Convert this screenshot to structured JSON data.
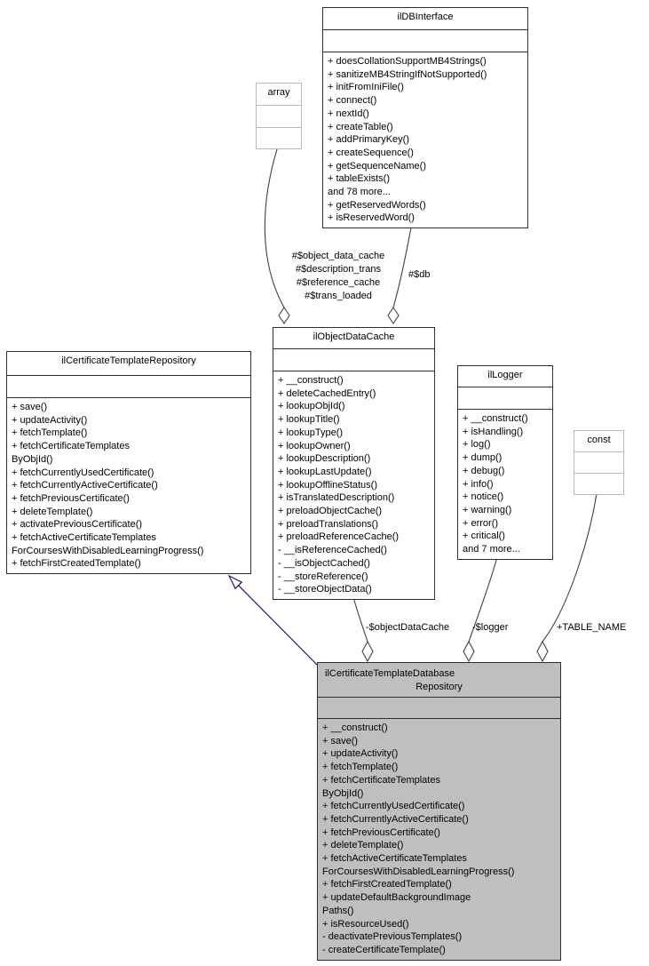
{
  "diagram": {
    "type": "uml-collaboration-diagram",
    "colors": {
      "class_fill": "#ffffff",
      "highlight_class_fill": "#bfbfbf",
      "class_border": "#2e2e2e",
      "muted_border": "#b9b9b9",
      "edge": "#404040",
      "generalization": "#191970"
    },
    "classes": {
      "ilDBInterface": {
        "title": "ilDBInterface",
        "members": [
          "+ doesCollationSupportMB4Strings()",
          "+ sanitizeMB4StringIfNotSupported()",
          "+ initFromIniFile()",
          "+ connect()",
          "+ nextId()",
          "+ createTable()",
          "+ addPrimaryKey()",
          "+ createSequence()",
          "+ getSequenceName()",
          "+ tableExists()",
          "and 78 more...",
          "+ getReservedWords()",
          "+ isReservedWord()"
        ]
      },
      "array": {
        "title": "array",
        "members": []
      },
      "ilObjectDataCache": {
        "title": "ilObjectDataCache",
        "members": [
          "+ __construct()",
          "+ deleteCachedEntry()",
          "+ lookupObjId()",
          "+ lookupTitle()",
          "+ lookupType()",
          "+ lookupOwner()",
          "+ lookupDescription()",
          "+ lookupLastUpdate()",
          "+ lookupOfflineStatus()",
          "+ isTranslatedDescription()",
          "+ preloadObjectCache()",
          "+ preloadTranslations()",
          "+ preloadReferenceCache()",
          "- __isReferenceCached()",
          "- __isObjectCached()",
          "- __storeReference()",
          "- __storeObjectData()"
        ]
      },
      "ilCertificateTemplateRepository": {
        "title": "ilCertificateTemplateRepository",
        "members": [
          "+ save()",
          "+ updateActivity()",
          "+ fetchTemplate()",
          "+ fetchCertificateTemplates",
          "ByObjId()",
          "+ fetchCurrentlyUsedCertificate()",
          "+ fetchCurrentlyActiveCertificate()",
          "+ fetchPreviousCertificate()",
          "+ deleteTemplate()",
          "+ activatePreviousCertificate()",
          "+ fetchActiveCertificateTemplates",
          "ForCoursesWithDisabledLearningProgress()",
          "+ fetchFirstCreatedTemplate()"
        ]
      },
      "ilLogger": {
        "title": "ilLogger",
        "members": [
          "+ __construct()",
          "+ isHandling()",
          "+ log()",
          "+ dump()",
          "+ debug()",
          "+ info()",
          "+ notice()",
          "+ warning()",
          "+ error()",
          "+ critical()",
          "and 7 more..."
        ]
      },
      "const": {
        "title": "const",
        "members": []
      },
      "ilCertificateTemplateDatabaseRepository": {
        "title_lines": [
          "ilCertificateTemplateDatabase",
          "Repository"
        ],
        "members": [
          "+ __construct()",
          "+ save()",
          "+ updateActivity()",
          "+ fetchTemplate()",
          "+ fetchCertificateTemplates",
          "ByObjId()",
          "+ fetchCurrentlyUsedCertificate()",
          "+ fetchCurrentlyActiveCertificate()",
          "+ fetchPreviousCertificate()",
          "+ deleteTemplate()",
          "+ fetchActiveCertificateTemplates",
          "ForCoursesWithDisabledLearningProgress()",
          "+ fetchFirstCreatedTemplate()",
          "+ updateDefaultBackgroundImage",
          "Paths()",
          "+ isResourceUsed()",
          "- deactivatePreviousTemplates()",
          "- createCertificateTemplate()"
        ]
      }
    },
    "edge_labels": {
      "object_cache_fields": [
        "#$object_data_cache",
        "#$description_trans",
        "#$reference_cache",
        "#$trans_loaded"
      ],
      "db": "#$db",
      "object_data_cache": "-$objectDataCache",
      "logger": "-$logger",
      "table_name": "+TABLE_NAME"
    }
  }
}
